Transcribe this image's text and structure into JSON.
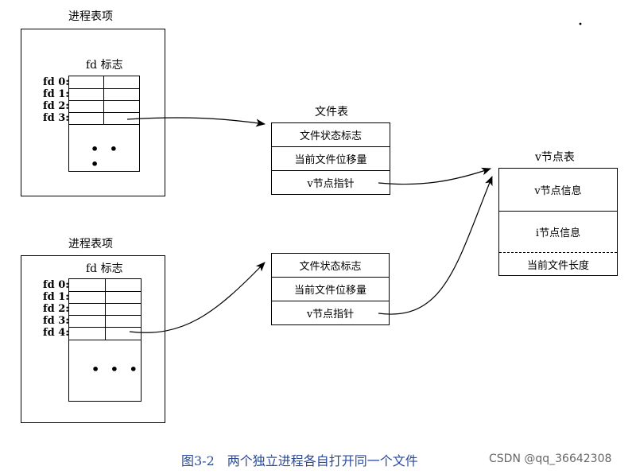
{
  "process1": {
    "title": "进程表项",
    "fd_header": "fd 标志",
    "fd_labels": [
      "fd 0:",
      "fd 1:",
      "fd 2:",
      "fd 3:"
    ],
    "ellipsis": "• • •"
  },
  "process2": {
    "title": "进程表项",
    "fd_header": "fd 标志",
    "fd_labels": [
      "fd 0:",
      "fd 1:",
      "fd 2:",
      "fd 3:",
      "fd 4:"
    ],
    "ellipsis": "• • •"
  },
  "file_table": {
    "title": "文件表",
    "entry1": [
      "文件状态标志",
      "当前文件位移量",
      "v节点指针"
    ],
    "entry2": [
      "文件状态标志",
      "当前文件位移量",
      "v节点指针"
    ]
  },
  "vnode_table": {
    "title": "v节点表",
    "rows": [
      "v节点信息",
      "i节点信息",
      "当前文件长度"
    ]
  },
  "caption": "图3-2　两个独立进程各自打开同一个文件",
  "watermark": "CSDN @qq_36642308"
}
